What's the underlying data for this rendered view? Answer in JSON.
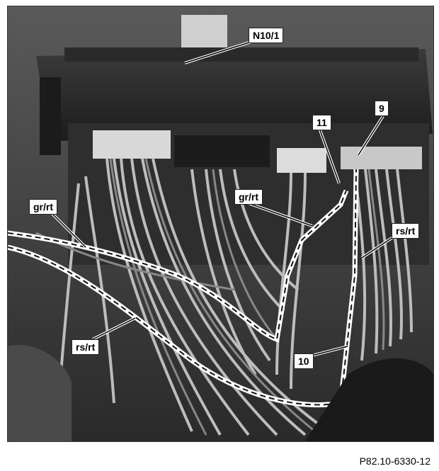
{
  "labels": {
    "n10": "N10/1",
    "l9": "9",
    "l11": "11",
    "grrt_left": "gr/rt",
    "grrt_mid": "gr/rt",
    "rsrt_right": "rs/rt",
    "rsrt_left": "rs/rt",
    "l10": "10"
  },
  "figure_id": "P82.10-6330-12"
}
